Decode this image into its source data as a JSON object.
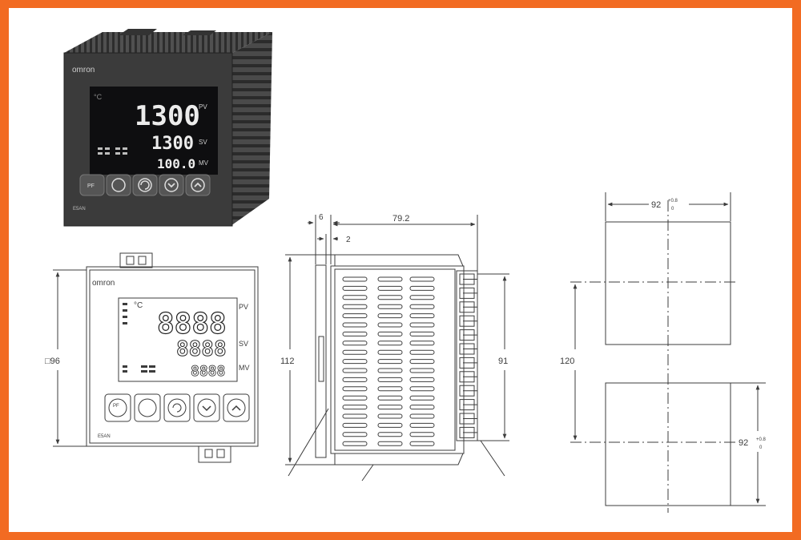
{
  "photo": {
    "brand": "omron",
    "model": "E5AN",
    "pv_value": "1300",
    "sv_value": "1300",
    "mv_value": "100.0",
    "pv_label": "PV",
    "sv_label": "SV",
    "mv_label": "MV",
    "temp_unit": "°C",
    "pf_key": "PF"
  },
  "front_view": {
    "brand": "omron",
    "model": "E5AN",
    "pv_digits": "8888",
    "sv_digits": "8888",
    "mv_digits": "8888",
    "pv_label": "PV",
    "sv_label": "SV",
    "mv_label": "MV",
    "temp_unit": "°C",
    "pf_key": "PF",
    "width_dim": "□96"
  },
  "side_view": {
    "dim_height": "112",
    "dim_terminal": "91",
    "dim_depth": "79.2",
    "dim_front": "6",
    "dim_panel": "2"
  },
  "cutout": {
    "dim_top_width": "92",
    "dim_bottom_width": "92",
    "tolerance_upper": "+0.8",
    "tolerance_lower": "0",
    "dim_pitch": "120"
  },
  "colors": {
    "frame": "#f26b22",
    "device_body": "#3a3a3a",
    "lcd": "#0e0e10",
    "segment": "#e9e9e9",
    "line": "#3c3c3c"
  }
}
